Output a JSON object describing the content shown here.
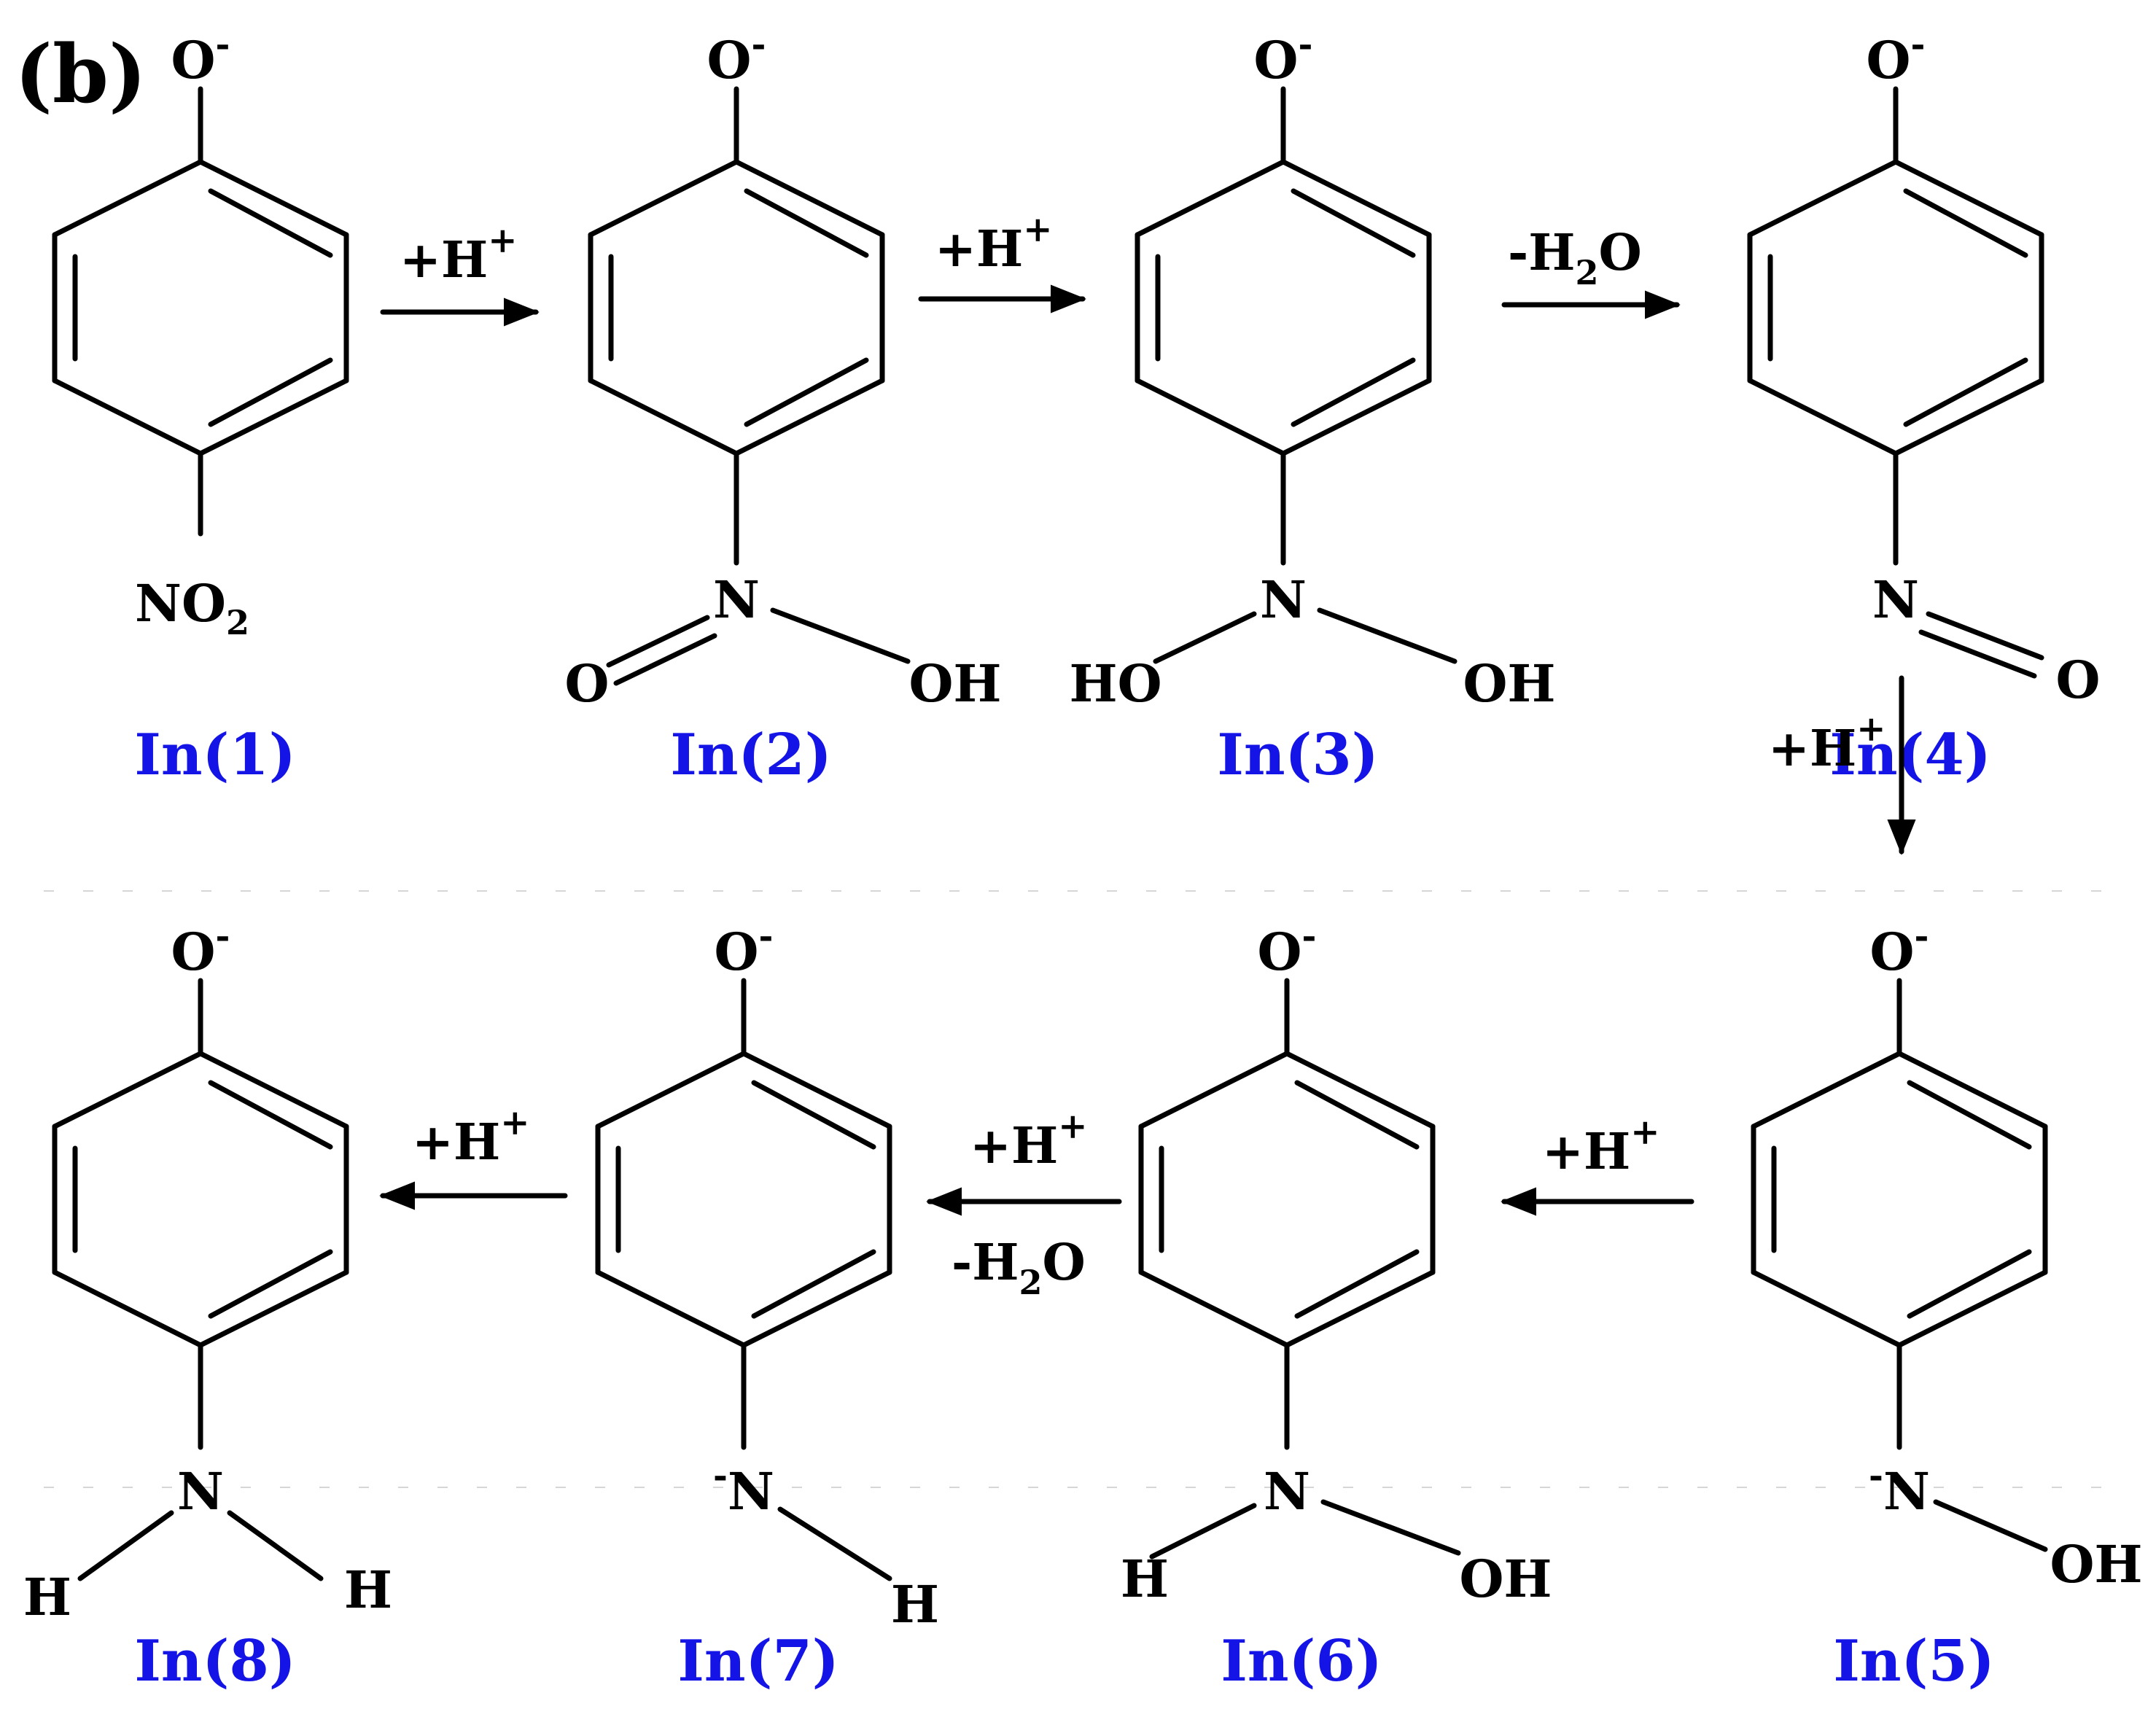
{
  "panel_label": "(b)",
  "colors": {
    "label": "#1414e6",
    "ink": "#000000"
  },
  "atoms": {
    "O": "O",
    "N": "N",
    "H": "H",
    "OH": "OH",
    "HO": "HO",
    "O_charge": "-",
    "N_charge": "-",
    "NO2": "NO",
    "NO2_sub": "2"
  },
  "conditions": {
    "h_plus": "+H",
    "h_plus_sup": "+",
    "minus_water": "-H",
    "minus_water_sub": "2",
    "minus_water_end": "O"
  },
  "intermediates": [
    {
      "label": "In(1)"
    },
    {
      "label": "In(2)"
    },
    {
      "label": "In(3)"
    },
    {
      "label": "In(4)"
    },
    {
      "label": "In(5)"
    },
    {
      "label": "In(6)"
    },
    {
      "label": "In(7)"
    },
    {
      "label": "In(8)"
    }
  ]
}
